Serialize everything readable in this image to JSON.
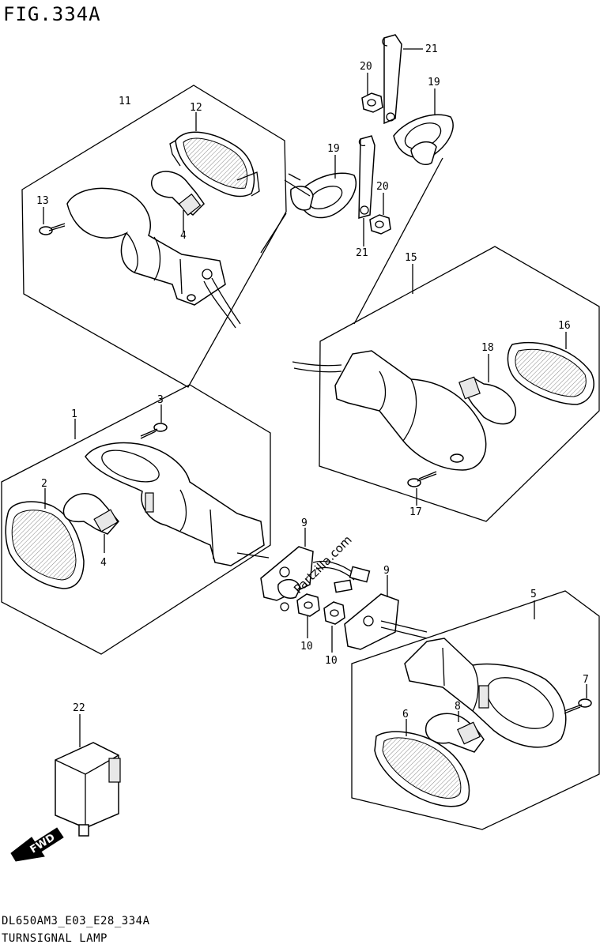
{
  "figure": {
    "title": "FIG.334A",
    "code": "DL650AM3_E03_E28_334A",
    "name": "TURNSIGNAL LAMP",
    "watermark": "Partzilla.com",
    "fwd_label": "FWD"
  },
  "callouts": [
    {
      "id": "c1",
      "label": "1"
    },
    {
      "id": "c2",
      "label": "2"
    },
    {
      "id": "c3",
      "label": "3"
    },
    {
      "id": "c4a",
      "label": "4"
    },
    {
      "id": "c4b",
      "label": "4"
    },
    {
      "id": "c5",
      "label": "5"
    },
    {
      "id": "c6",
      "label": "6"
    },
    {
      "id": "c7",
      "label": "7"
    },
    {
      "id": "c8",
      "label": "8"
    },
    {
      "id": "c9a",
      "label": "9"
    },
    {
      "id": "c9b",
      "label": "9"
    },
    {
      "id": "c10a",
      "label": "10"
    },
    {
      "id": "c10b",
      "label": "10"
    },
    {
      "id": "c11",
      "label": "11"
    },
    {
      "id": "c12",
      "label": "12"
    },
    {
      "id": "c13",
      "label": "13"
    },
    {
      "id": "c15",
      "label": "15"
    },
    {
      "id": "c16",
      "label": "16"
    },
    {
      "id": "c17",
      "label": "17"
    },
    {
      "id": "c18",
      "label": "18"
    },
    {
      "id": "c19a",
      "label": "19"
    },
    {
      "id": "c19b",
      "label": "19"
    },
    {
      "id": "c20a",
      "label": "20"
    },
    {
      "id": "c20b",
      "label": "20"
    },
    {
      "id": "c21a",
      "label": "21"
    },
    {
      "id": "c21b",
      "label": "21"
    },
    {
      "id": "c22",
      "label": "22"
    }
  ]
}
